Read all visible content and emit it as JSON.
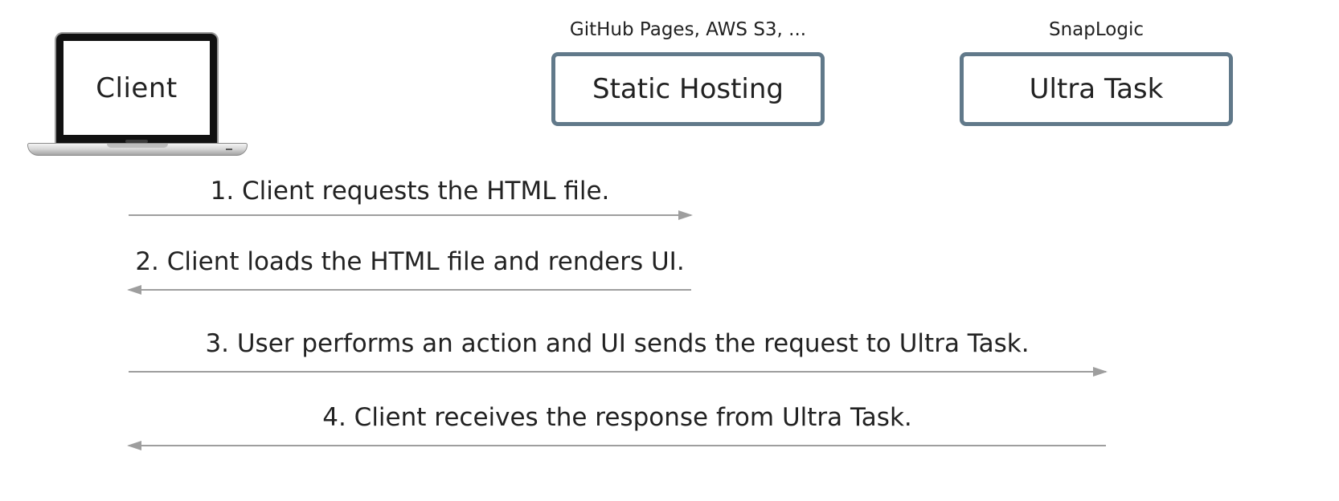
{
  "client": {
    "label": "Client"
  },
  "static_hosting": {
    "caption": "GitHub Pages, AWS S3, ...",
    "label": "Static Hosting"
  },
  "ultra_task": {
    "caption": "SnapLogic",
    "label": "Ultra Task"
  },
  "steps": [
    {
      "label": "1. Client requests the HTML file.",
      "direction": "right"
    },
    {
      "label": "2. Client loads the HTML file and renders UI.",
      "direction": "left"
    },
    {
      "label": "3. User performs an action and UI sends the request to Ultra Task.",
      "direction": "right"
    },
    {
      "label": "4. Client receives the response from Ultra Task.",
      "direction": "left"
    }
  ],
  "colors": {
    "box_border": "#61798a",
    "arrow": "#9e9e9e",
    "text": "#222222"
  }
}
